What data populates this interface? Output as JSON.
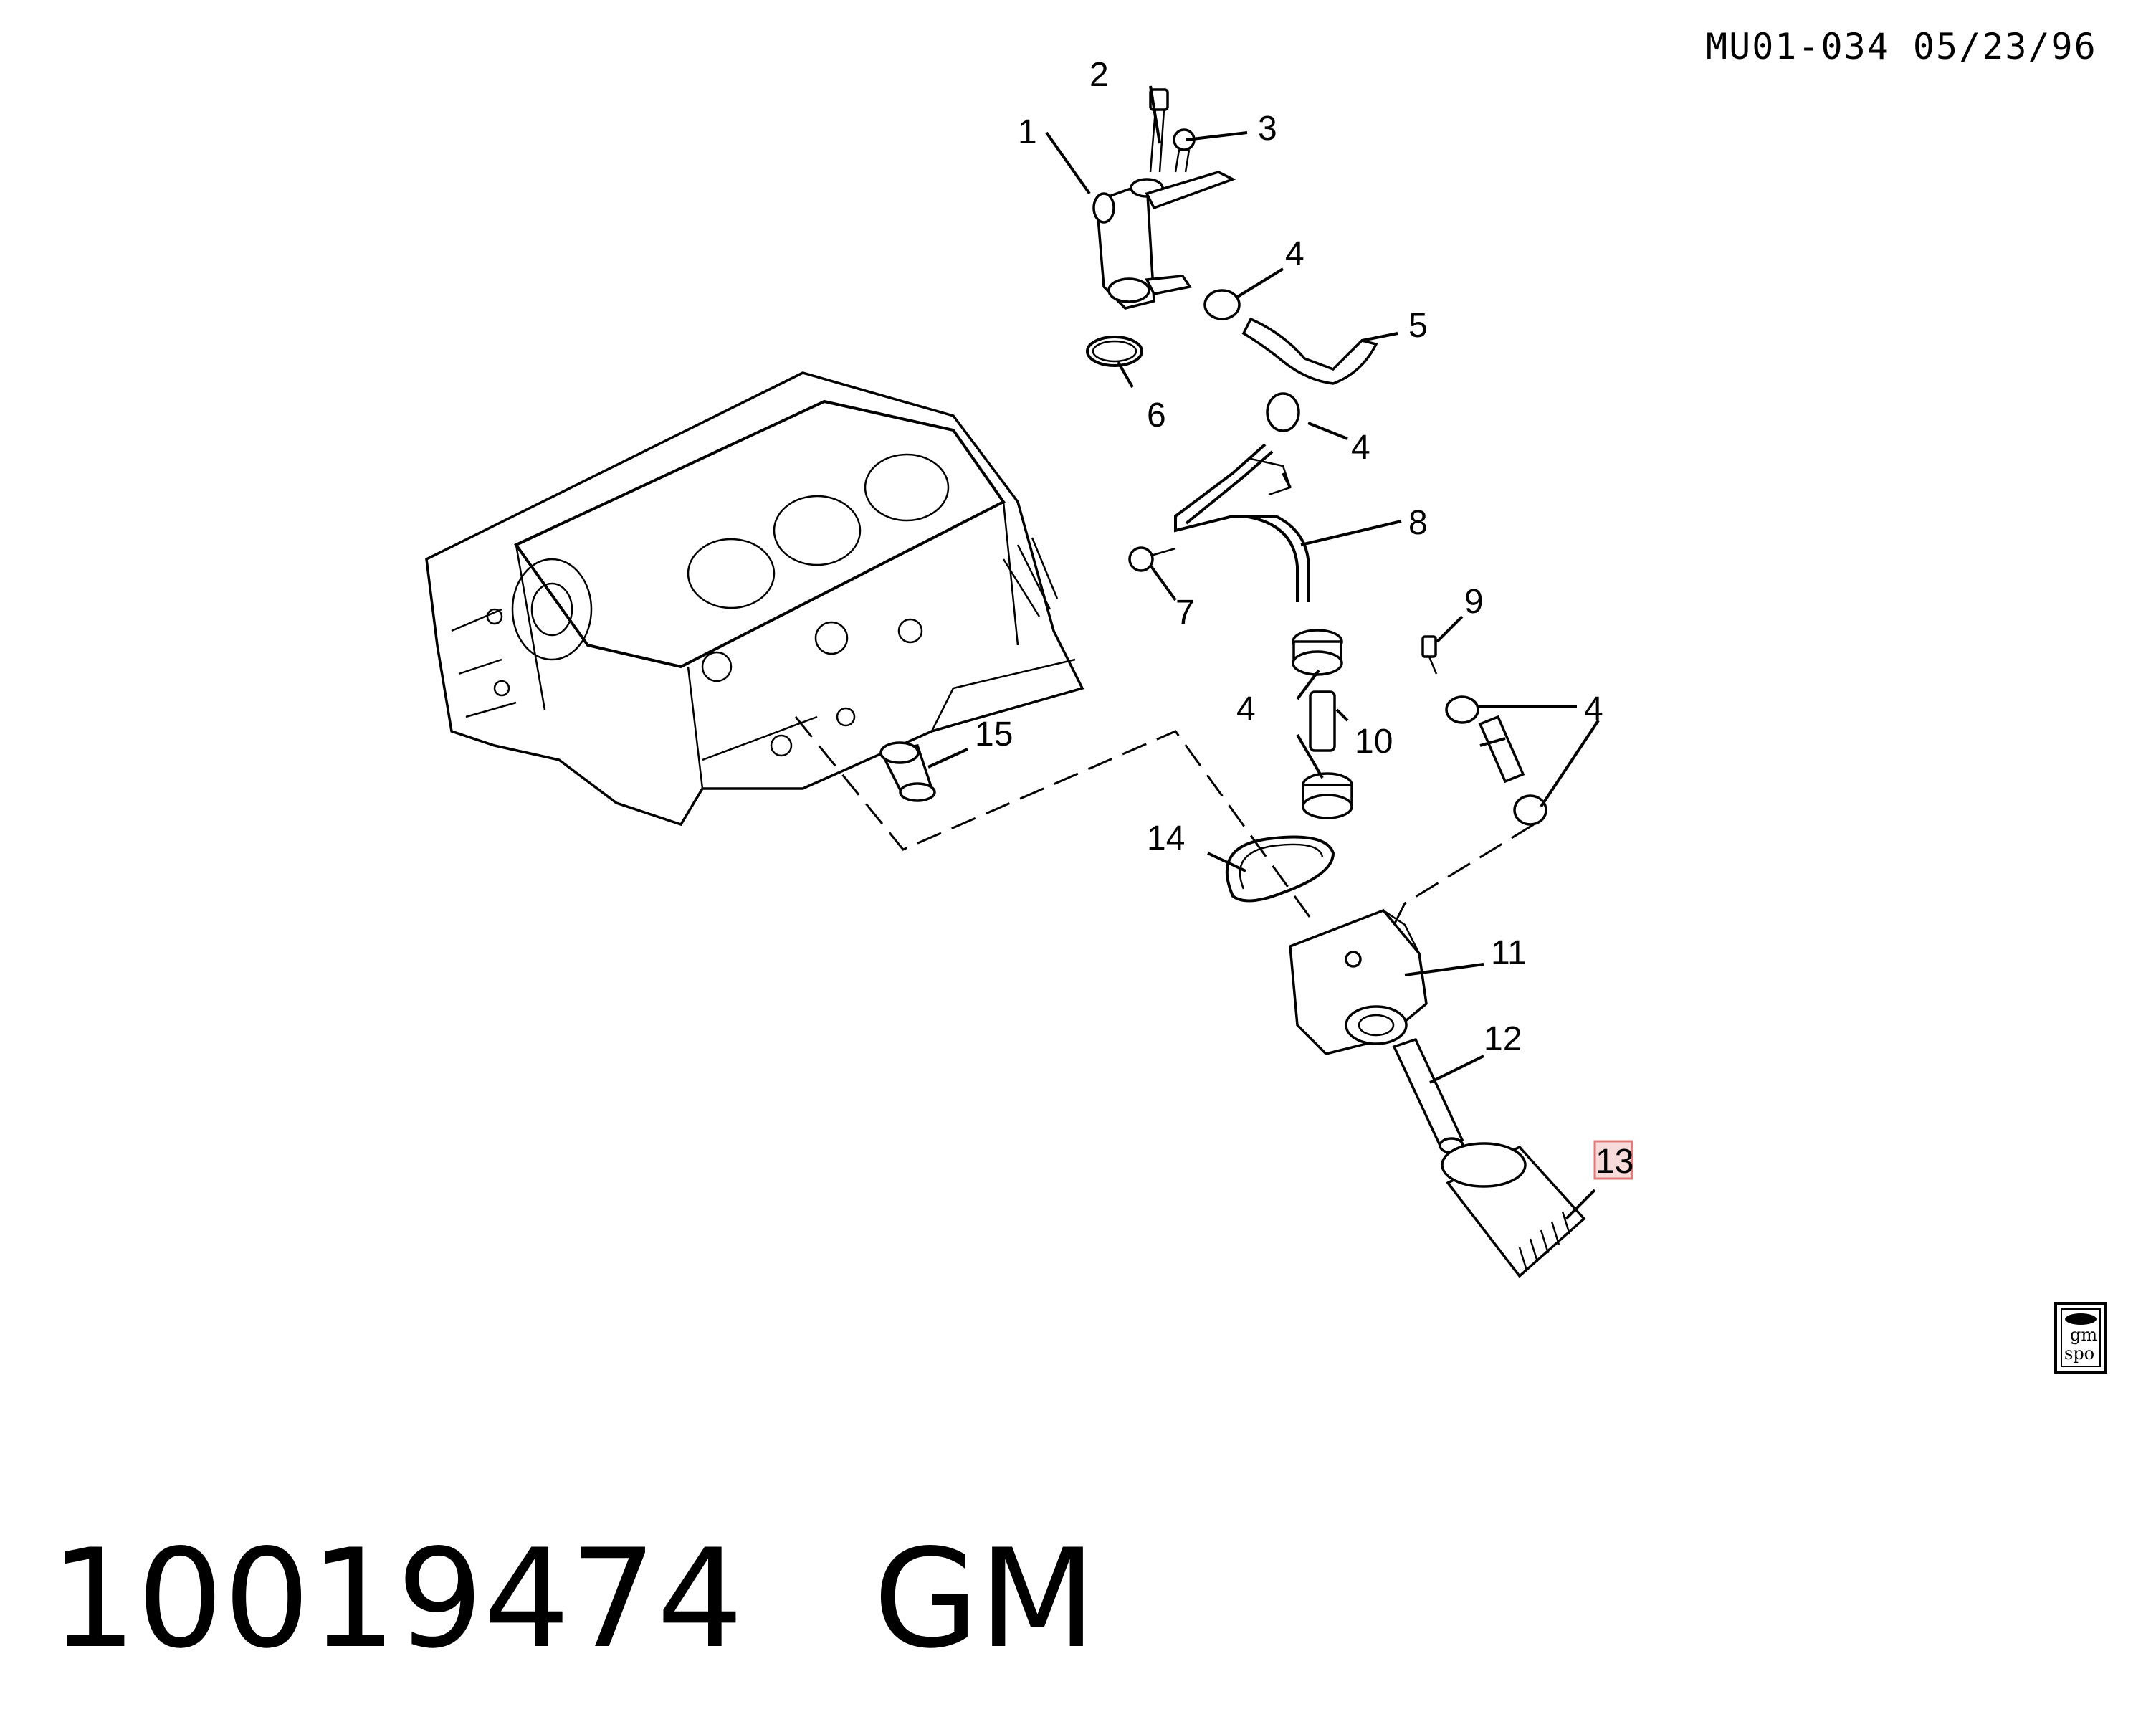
{
  "header": {
    "drawing_code": "MU01-034 05/23/96"
  },
  "footer": {
    "part_number": "10019474",
    "brand": "GM"
  },
  "callouts": {
    "c1": "1",
    "c2": "2",
    "c3": "3",
    "c4a": "4",
    "c4b": "4",
    "c4c": "4",
    "c4d": "4",
    "c5": "5",
    "c6": "6",
    "c7": "7",
    "c8": "8",
    "c9": "9",
    "c10": "10",
    "c11": "11",
    "c12": "12",
    "c13": "13",
    "c14": "14",
    "c15": "15"
  },
  "highlighted_callout": "13",
  "logo": {
    "line1": "gm",
    "line2": "spo"
  }
}
